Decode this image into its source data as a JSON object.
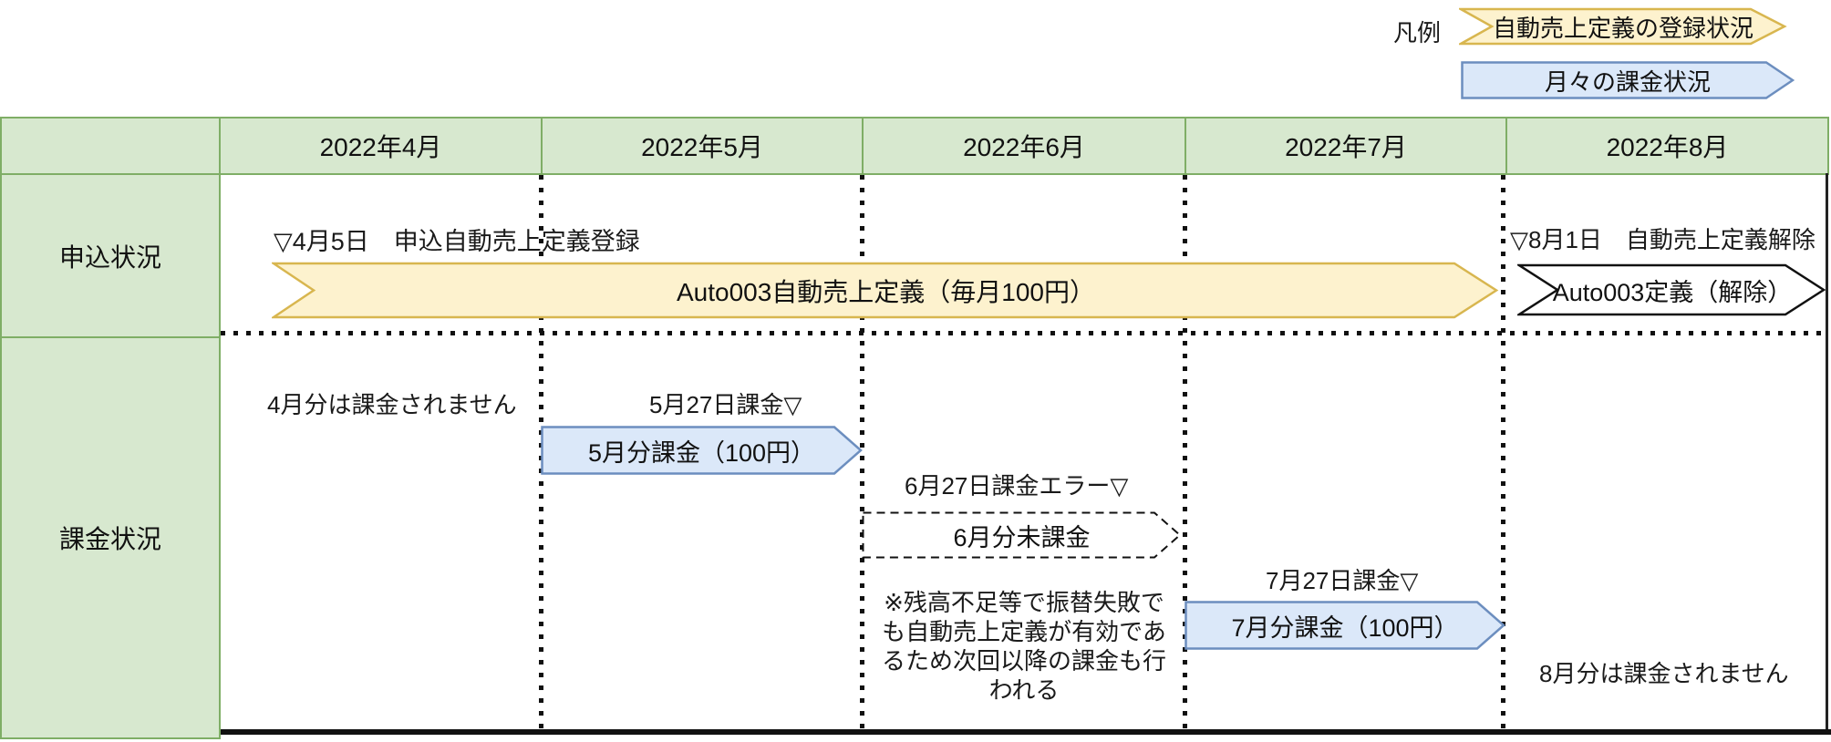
{
  "legend": {
    "label": "凡例",
    "items": [
      {
        "label": "自動売上定義の登録状況",
        "shape": "pennant",
        "fill": "#FDF2CE",
        "border": "#D8B64F"
      },
      {
        "label": "月々の課金状況",
        "shape": "right-arrow",
        "fill": "#DBE8F9",
        "border": "#6C8EBF"
      }
    ]
  },
  "table": {
    "columns": [
      "2022年4月",
      "2022年5月",
      "2022年6月",
      "2022年7月",
      "2022年8月"
    ],
    "rows": [
      {
        "label": "申込状況"
      },
      {
        "label": "課金状況"
      }
    ],
    "header_fill": "#D7E8CF",
    "header_border": "#7FAE66"
  },
  "row_apply": {
    "register_note": "▽4月5日　申込自動売上定義登録",
    "definition_arrow": "Auto003自動売上定義（毎月100円）",
    "release_note": "▽8月1日　自動売上定義解除",
    "release_arrow": "Auto003定義（解除）"
  },
  "row_billing": {
    "april_note": "4月分は課金されません",
    "may_marker": "5月27日課金▽",
    "may_arrow": "5月分課金（100円）",
    "june_marker": "6月27日課金エラー▽",
    "june_arrow": "6月分未課金",
    "june_note_lines": [
      "※残高不足等で振替失敗で",
      "も自動売上定義が有効であ",
      "るため次回以降の課金も行",
      "われる"
    ],
    "july_marker": "7月27日課金▽",
    "july_arrow": "7月分課金（100円）",
    "august_note": "8月分は課金されません"
  },
  "colors": {
    "pennant_fill": "#FDF2CE",
    "pennant_border": "#D8B64F",
    "blue_arrow_fill": "#DBE8F9",
    "blue_arrow_border": "#6C8EBF",
    "header_fill": "#D7E8CF",
    "header_border": "#7FAE66",
    "line": "#111111"
  }
}
